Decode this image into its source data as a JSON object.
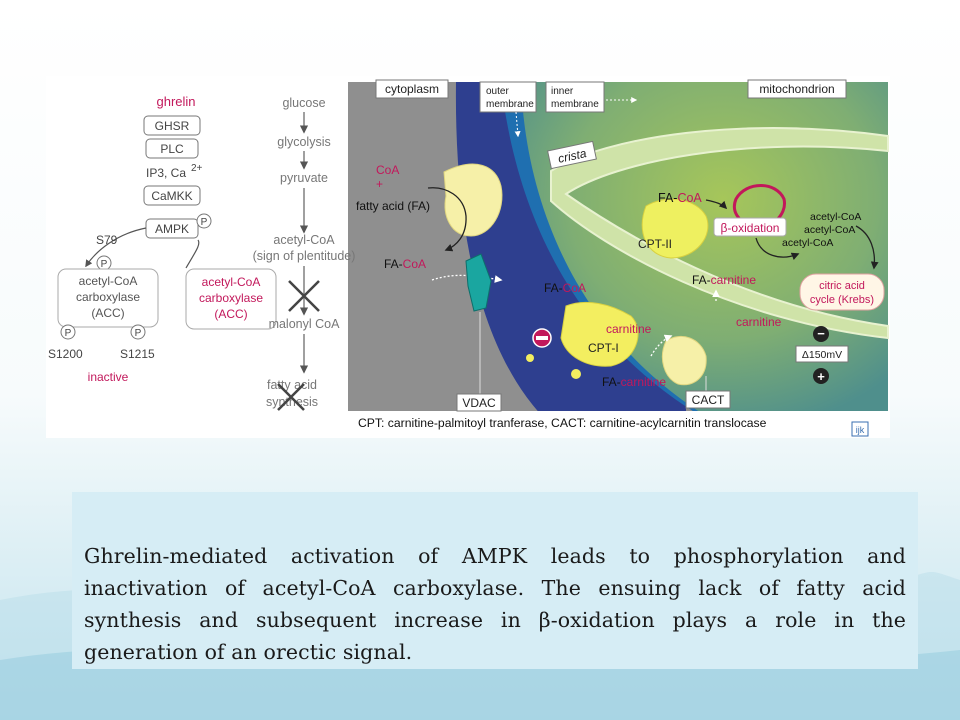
{
  "figure": {
    "left": {
      "ghrelin": "ghrelin",
      "ghsr": "GHSR",
      "plc": "PLC",
      "ip3": "IP3, Ca",
      "ca_sup": "2+",
      "camkk": "CaMKK",
      "ampk": "AMPK",
      "p": "P",
      "s79": "S79",
      "acc_inactive": [
        "acetyl-CoA",
        "carboxylase",
        "(ACC)"
      ],
      "acc_active": [
        "acetyl-CoA",
        "carboxylase",
        "(ACC)"
      ],
      "s1200": "S1200",
      "s1215": "S1215",
      "inactive": "inactive"
    },
    "pathway": {
      "glucose": "glucose",
      "glycolysis": "glycolysis",
      "pyruvate": "pyruvate",
      "acetyl_coa": "acetyl-CoA",
      "plenitude": "(sign of plentitude)",
      "malonyl": "malonyl CoA",
      "fatty_acid": "fatty acid",
      "synthesis": "synthesis"
    },
    "cell": {
      "cytoplasm": "cytoplasm",
      "outer_membrane": [
        "outer",
        "membrane"
      ],
      "inner_membrane": [
        "inner",
        "membrane"
      ],
      "mitochondrion": "mitochondrion",
      "crista": "crista",
      "coa": "CoA",
      "plus": "+",
      "fatty_acid_fa": "fatty acid (FA)",
      "fa_coa_prefix": "FA-",
      "coa_suffix": "CoA",
      "cpt2": "CPT-II",
      "beta_ox": "β-oxidation",
      "acetyl_list": [
        "acetyl-CoA",
        "acetyl-CoA",
        "acetyl-CoA"
      ],
      "fa_carnitine_prefix": "FA-",
      "carnitine": "carnitine",
      "citric": [
        "citric acid",
        "cycle (Krebs)"
      ],
      "minus": "−",
      "delta": "Δ150mV",
      "cpt1": "CPT-I",
      "vdac": "VDAC",
      "cact": "CACT",
      "legend": "CPT: carnitine-palmitoyl tranferase,  CACT: carnitine-acylcarnitin translocase",
      "logo": "ijk"
    },
    "colors": {
      "accent": "#c2185b",
      "dark_blue": "#2b3e8e",
      "yellow": "#f3f06a",
      "green": "#a9c95a"
    }
  },
  "caption": "Ghrelin-mediated activation of AMPK leads to phosphorylation and inactivation of acetyl-CoA carboxylase. The ensuing lack of fatty acid synthesis and subsequent increase in β-oxidation plays a role in the generation of an orectic signal."
}
